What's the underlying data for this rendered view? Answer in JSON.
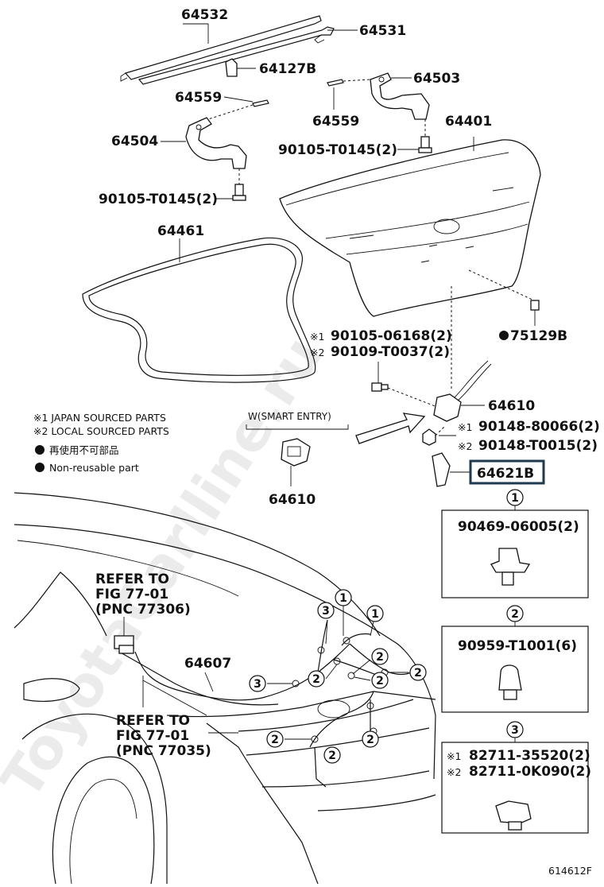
{
  "watermark": "ToyotaCarlline.ru",
  "part_labels": {
    "p64532": "64532",
    "p64531": "64531",
    "p64127B": "64127B",
    "p64503": "64503",
    "p64559a": "64559",
    "p64559b": "64559",
    "p64504": "64504",
    "p64401": "64401",
    "bolt_a": "90105-T0145(2)",
    "bolt_b": "90105-T0145(2)",
    "p64461": "64461",
    "bolt_c": "90105-06168(2)",
    "bolt_d": "90109-T0037(2)",
    "clip_75129B": "75129B",
    "p64610a": "64610",
    "p64610b": "64610",
    "nut_a": "90148-80066(2)",
    "nut_b": "90148-T0015(2)",
    "p64621B": "64621B",
    "p64607": "64607"
  },
  "markers": {
    "m1": "※1",
    "m2": "※2"
  },
  "legend": {
    "japan": "※1 JAPAN SOURCED PARTS",
    "local": "※2 LOCAL SOURCED PARTS",
    "nonreuse_jp": "再使用不可部品",
    "nonreuse_en": "Non-reusable part"
  },
  "smart_entry": "W(SMART ENTRY)",
  "refer_a": [
    "REFER TO",
    "FIG 77-01",
    "(PNC 77306)"
  ],
  "refer_b": [
    "REFER TO",
    "FIG 77-01",
    "(PNC 77035)"
  ],
  "detail_boxes": {
    "d1": {
      "num": "1",
      "part": "90469-06005(2)"
    },
    "d2": {
      "num": "2",
      "part": "90959-T1001(6)"
    },
    "d3": {
      "num": "3",
      "part_a": "82711-35520(2)",
      "part_b": "82711-0K090(2)"
    }
  },
  "callouts": {
    "c1": "1",
    "c2": "2",
    "c3": "3"
  },
  "figure_id": "614612F"
}
